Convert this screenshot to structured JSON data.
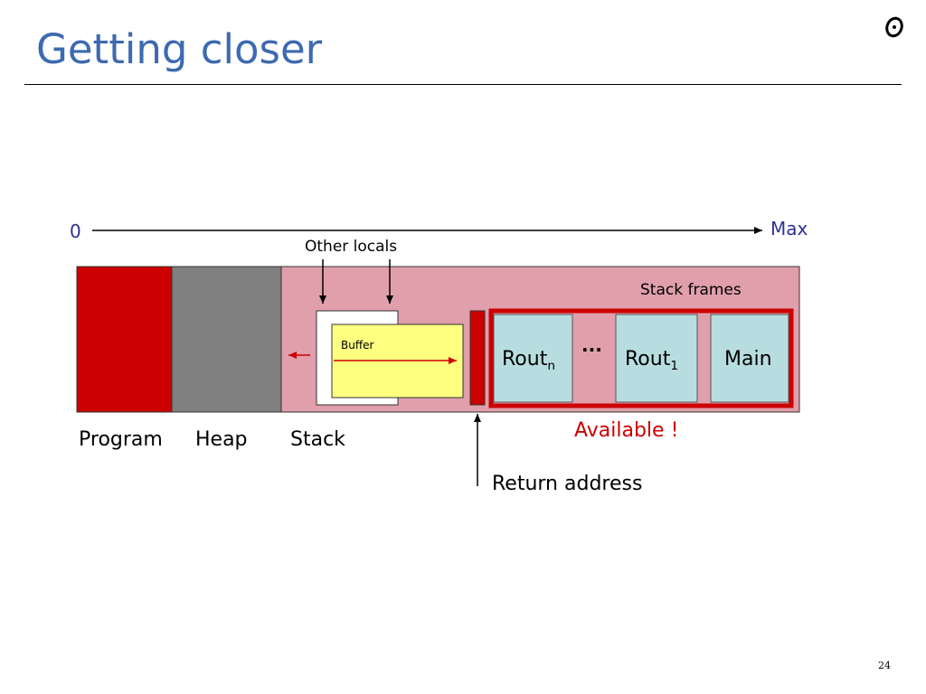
{
  "slide": {
    "title": "Getting closer",
    "page_number": "24"
  },
  "axis": {
    "start_label": "0",
    "end_label": "Max"
  },
  "memory": {
    "regions": {
      "program": "Program",
      "heap": "Heap",
      "stack": "Stack"
    },
    "other_locals_label": "Other locals",
    "buffer_label": "Buffer",
    "stack_frames_label": "Stack frames",
    "frames": {
      "rout_n": {
        "base": "Rout",
        "sub": "n"
      },
      "ellipsis": "...",
      "rout_1": {
        "base": "Rout",
        "sub": "1"
      },
      "main": "Main"
    },
    "available_label": "Available !",
    "return_address_label": "Return address"
  },
  "colors": {
    "title": "#3d6ab0",
    "program": "#cc0000",
    "heap": "#808080",
    "stack_area": "#e09faa",
    "buffer": "#ffff80",
    "frame_fill": "#b8dde0",
    "highlight": "#cc0000",
    "axis_label": "#2e3192"
  }
}
